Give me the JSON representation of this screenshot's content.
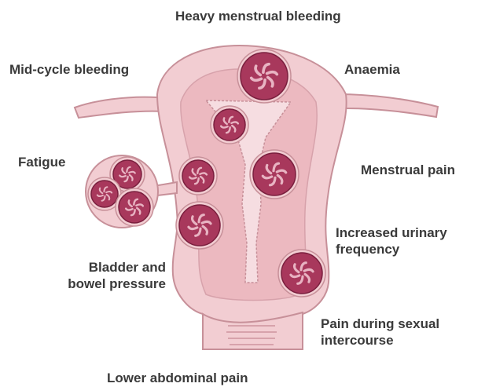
{
  "labels": {
    "heavy_bleeding": "Heavy menstrual bleeding",
    "mid_cycle": "Mid-cycle bleeding",
    "anaemia": "Anaemia",
    "fatigue": "Fatigue",
    "menstrual_pain": "Menstrual pain",
    "urinary_line1": "Increased urinary",
    "urinary_line2": "frequency",
    "bladder_line1": "Bladder and",
    "bladder_line2": "bowel pressure",
    "sexual_line1": "Pain during sexual",
    "sexual_line2": "intercourse",
    "lower_abdominal": "Lower abdominal pain"
  },
  "colors": {
    "uterus_fill": "#f2cdd2",
    "uterus_inner": "#ecb9c0",
    "cavity": "#f6dde1",
    "outline": "#c79099",
    "fibroid": "#a8385c",
    "fibroid_dark": "#7a1f3e",
    "fibroid_pattern": "#e8b3c2",
    "text": "#3a3a3a"
  },
  "icons": {
    "fibroid": "fibroid-icon"
  }
}
